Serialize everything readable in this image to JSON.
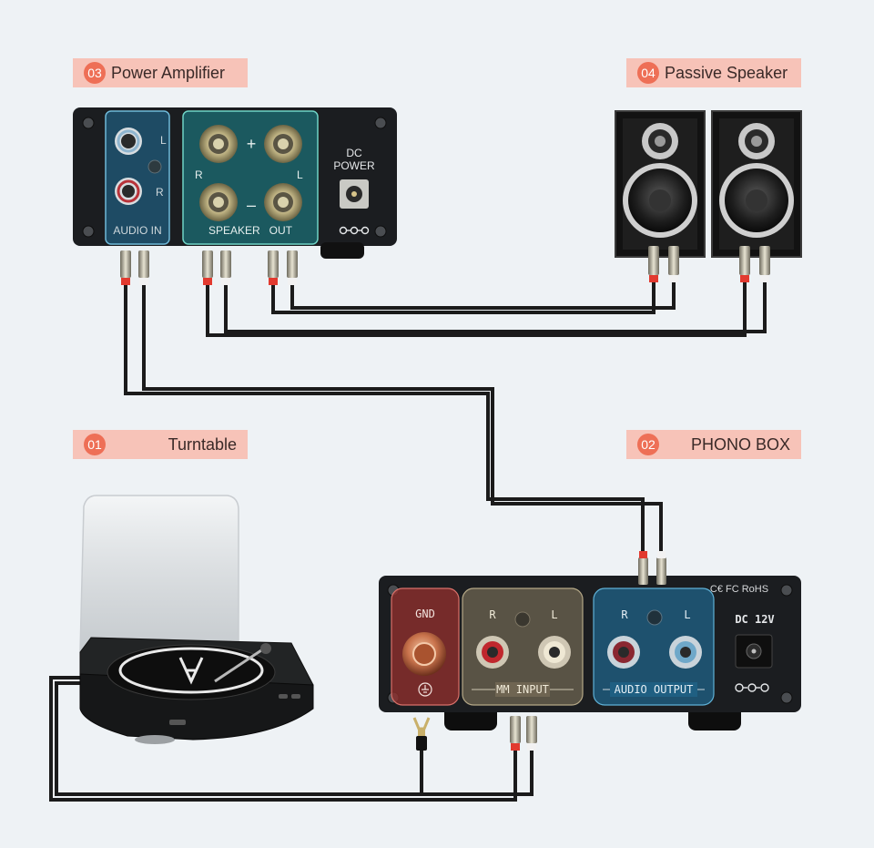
{
  "labels": {
    "turntable": {
      "num": "01",
      "text": "Turntable"
    },
    "phono_box": {
      "num": "02",
      "text": "PHONO BOX"
    },
    "amplifier": {
      "num": "03",
      "text": "Power Amplifier"
    },
    "speaker": {
      "num": "04",
      "text": "Passive Speaker"
    }
  },
  "amplifier_panel": {
    "audio_in": "AUDIO IN",
    "left": "L",
    "right": "R",
    "speaker_out": "SPEAKER   OUT",
    "plus": "+",
    "minus": "–",
    "dc": "DC",
    "power": "POWER"
  },
  "phono_panel": {
    "gnd": "GND",
    "mm_input": "MM INPUT",
    "audio_output": "AUDIO OUTPUT",
    "left": "L",
    "right": "R",
    "certifications": "C€ FC RoHS",
    "dc_12v": "DC 12V"
  },
  "colors": {
    "background": "#eef2f5",
    "tag_bg": "#f7c3b8",
    "tag_num": "#ee6f56",
    "panel_dark": "#1b1d20",
    "teal_zone": "#1c6e74",
    "blue_zone": "#1f5f82",
    "red_zone": "#8d2f2d",
    "tan_zone": "#6f6552",
    "cable": "#1b1b1b"
  }
}
